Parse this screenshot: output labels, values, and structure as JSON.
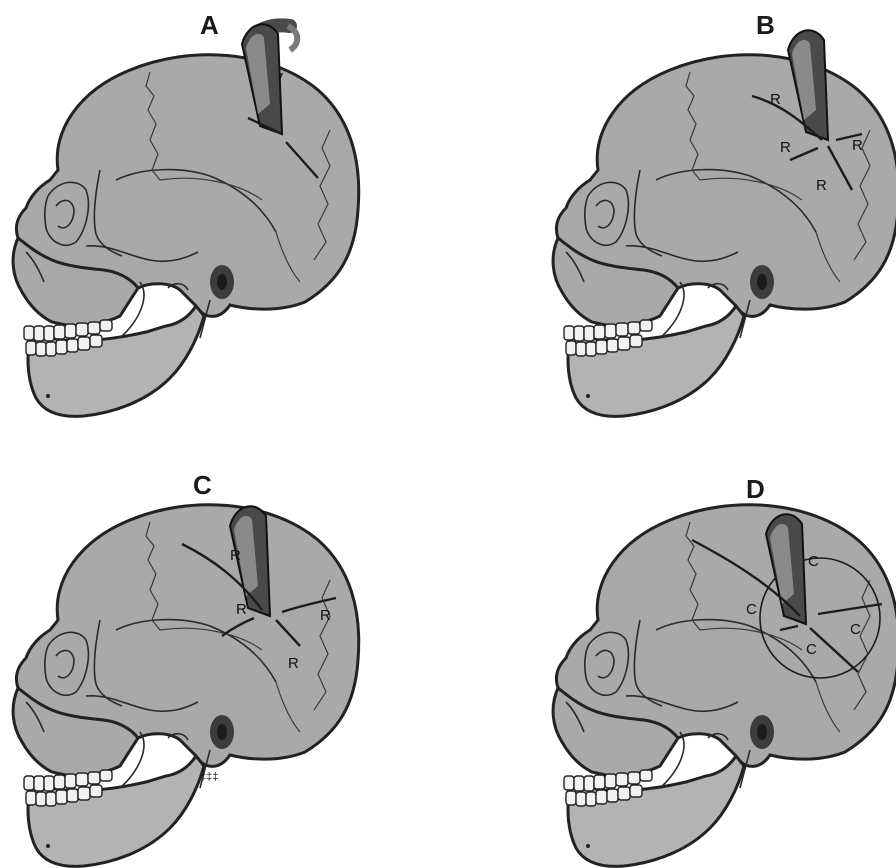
{
  "panels": [
    {
      "letter": "A",
      "labels": []
    },
    {
      "letter": "B",
      "labels": [
        "R",
        "R",
        "R",
        "R"
      ]
    },
    {
      "letter": "C",
      "labels": [
        "R",
        "R",
        "R",
        "R"
      ]
    },
    {
      "letter": "D",
      "labels": [
        "C",
        "C",
        "C",
        "C"
      ]
    }
  ]
}
